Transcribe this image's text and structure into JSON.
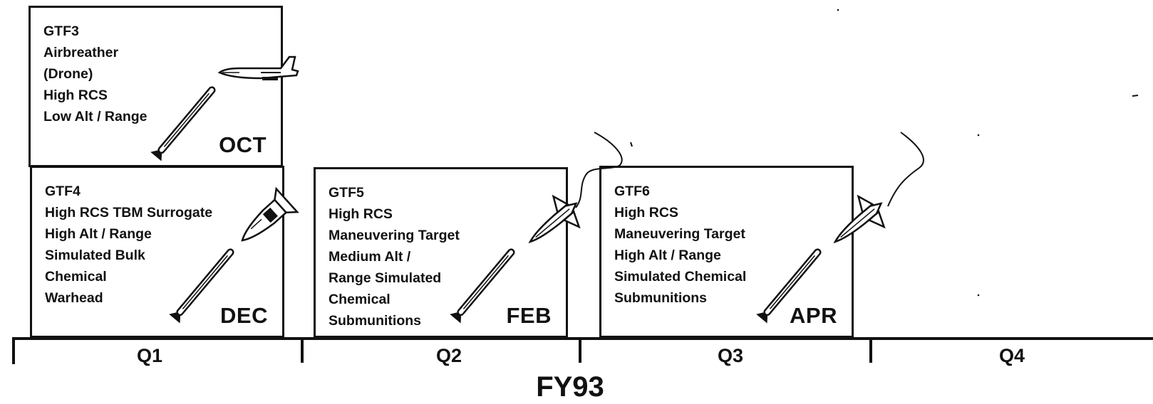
{
  "boxes": [
    {
      "id": "GTF3",
      "lines": [
        "GTF3",
        "Airbreather",
        "(Drone)",
        "High RCS",
        "Low Alt / Range"
      ],
      "month": "OCT"
    },
    {
      "id": "GTF4",
      "lines": [
        "GTF4",
        "High RCS TBM Surrogate",
        "High Alt / Range",
        "Simulated Bulk",
        "Chemical",
        "Warhead"
      ],
      "month": "DEC"
    },
    {
      "id": "GTF5",
      "lines": [
        "GTF5",
        "High RCS",
        "Maneuvering Target",
        "Medium Alt /",
        "Range Simulated",
        "Chemical",
        "Submunitions"
      ],
      "month": "FEB"
    },
    {
      "id": "GTF6",
      "lines": [
        "GTF6",
        "High RCS",
        "Maneuvering Target",
        "High Alt / Range",
        "Simulated Chemical",
        "Submunitions"
      ],
      "month": "APR"
    }
  ],
  "timeline": {
    "quarters": [
      "Q1",
      "Q2",
      "Q3",
      "Q4"
    ],
    "fiscal_year": "FY93"
  },
  "icons": [
    "interceptor-missile-icon",
    "drone-aircraft-icon",
    "tbm-target-icon",
    "maneuvering-target-icon"
  ]
}
